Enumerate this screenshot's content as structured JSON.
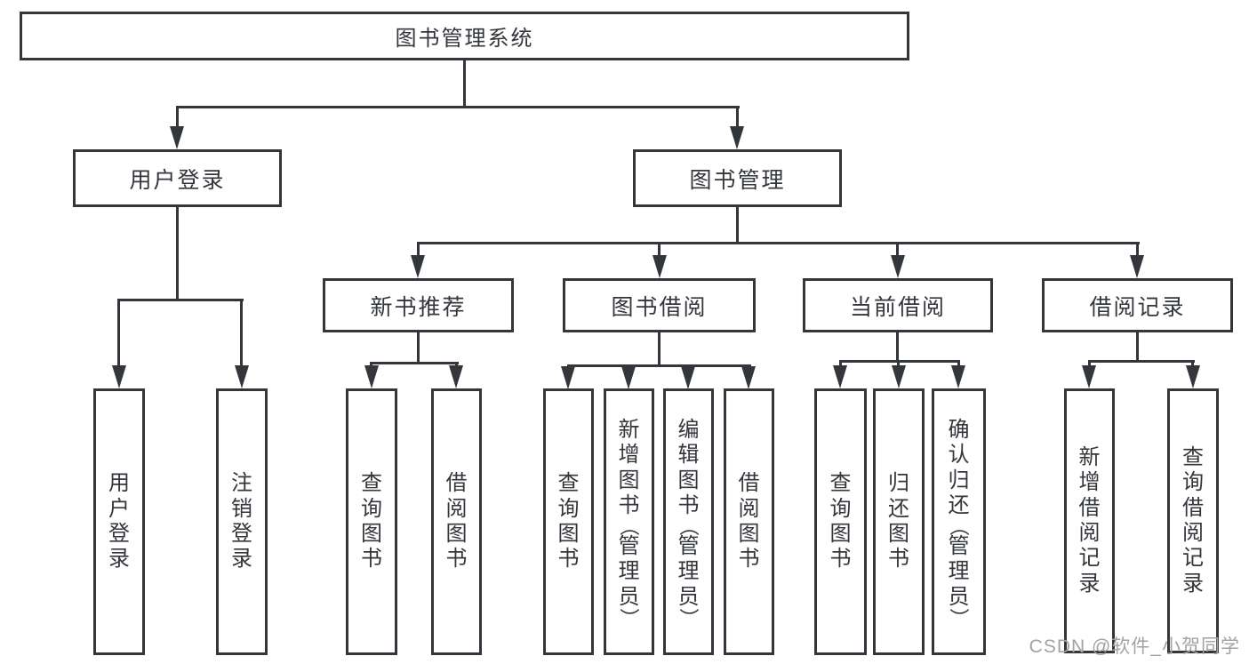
{
  "tree": {
    "root": "图书管理系统",
    "branches": [
      {
        "label": "用户登录",
        "children": [
          "用户登录",
          "注销登录"
        ]
      },
      {
        "label": "图书管理",
        "children": [
          {
            "label": "新书推荐",
            "children": [
              "查询图书",
              "借阅图书"
            ]
          },
          {
            "label": "图书借阅",
            "children": [
              "查询图书",
              "新增图书（管理员）",
              "编辑图书（管理员）",
              "借阅图书"
            ]
          },
          {
            "label": "当前借阅",
            "children": [
              "查询图书",
              "归还图书",
              "确认归还（管理员）"
            ]
          },
          {
            "label": "借阅记录",
            "children": [
              "新增借阅记录",
              "查询借阅记录"
            ]
          }
        ]
      }
    ]
  },
  "colors": {
    "line": "#33363b",
    "text": "#33363b",
    "watermark": "#a2a2a2",
    "background": "#ffffff"
  },
  "watermark": "CSDN @软件_小贺同学"
}
